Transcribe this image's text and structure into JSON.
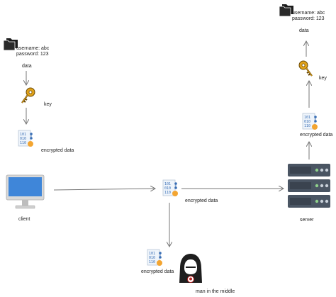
{
  "left_credentials": {
    "username": "username: abc",
    "password": "password: 123"
  },
  "left_data_label": "data",
  "left_key_label": "key",
  "left_encrypted_label": "encrypted data",
  "client_label": "client",
  "mid_encrypted_label": "encrypted data",
  "server_label": "server",
  "right_encrypted_label": "encrypted data",
  "right_key_label": "key",
  "right_data_label": "data",
  "right_credentials": {
    "username": "username: abc",
    "password": "password: 123"
  },
  "mitm_encrypted_label": "encrypted data",
  "mitm_label": "man in the middle",
  "colors": {
    "monitor_screen": "#3f86d9",
    "server_body": "#4a5563",
    "server_light": "#8fd18a",
    "key_gold": "#e0a21a",
    "arrow": "#777777"
  },
  "icons": [
    "folder-icon",
    "key-icon",
    "encrypted-doc-icon",
    "monitor-icon",
    "server-icon",
    "hacker-icon"
  ]
}
